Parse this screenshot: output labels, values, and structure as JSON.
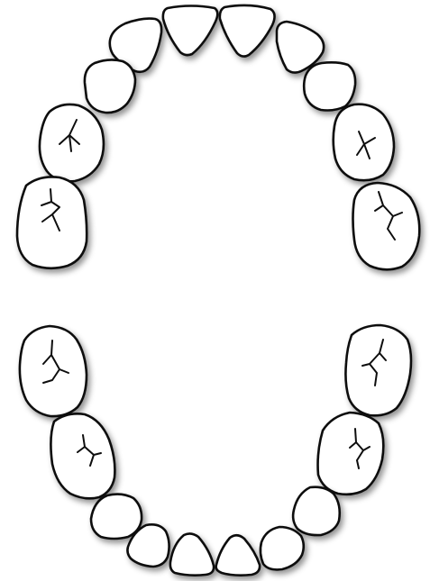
{
  "colors": {
    "background": "#ffffff",
    "tooth_fill": "#ffffff",
    "outline": "#111111",
    "shadow": "#000000"
  },
  "diagram": {
    "arches": [
      {
        "name": "upper-arch",
        "tooth_count": 10,
        "molars_per_side": 2
      },
      {
        "name": "lower-arch",
        "tooth_count": 10,
        "molars_per_side": 2
      }
    ]
  }
}
